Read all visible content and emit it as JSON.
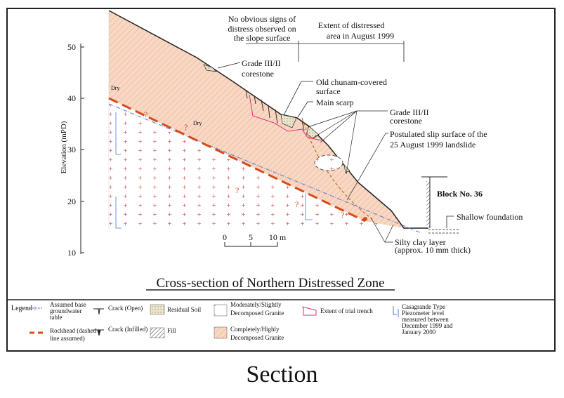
{
  "figure": {
    "title": "Cross-section of Northern Distressed Zone",
    "caption": "Section",
    "y_axis": {
      "label": "Elevation (mPD)",
      "ticks": [
        "50",
        "40",
        "30",
        "20",
        "10"
      ]
    },
    "scale_bar": {
      "ticks": [
        "0",
        "5",
        "10 m"
      ]
    },
    "annotations": {
      "no_distress": [
        "No obvious signs of",
        "distress observed on",
        "the slope surface"
      ],
      "extent": [
        "Extent of distressed",
        "area in August 1999"
      ],
      "corestone_upper": [
        "Grade III/II",
        "corestone"
      ],
      "chunam": [
        "Old chunam-covered",
        "surface"
      ],
      "main_scarp": "Main scarp",
      "corestone_lower": [
        "Grade III/II",
        "corestone"
      ],
      "slip_surface": [
        "Postulated slip surface of the",
        "25 August 1999 landslide"
      ],
      "block": "Block  No. 36",
      "foundation": "Shallow foundation",
      "silty_clay": [
        "Silty clay layer",
        "(approx. 10 mm thick)"
      ],
      "dry_1": "Dry",
      "dry_2": "Dry",
      "question": "?"
    },
    "colors": {
      "cdg": "#f6d2bd",
      "rockhead": "#d84a1a",
      "groundwater": "#5577cc",
      "trench": "#e0307a",
      "plus": "#e07070"
    }
  },
  "legend": {
    "label": "Legend :",
    "items": [
      {
        "lines": [
          "Assumed base",
          "groundwater",
          "table"
        ]
      },
      {
        "lines": [
          "Rockhead (dashed",
          "line assumed)"
        ]
      },
      {
        "lines": [
          "Crack (Open)"
        ]
      },
      {
        "lines": [
          "Crack (Infilled)"
        ]
      },
      {
        "lines": [
          "Residual Soil"
        ]
      },
      {
        "lines": [
          "Fill"
        ]
      },
      {
        "lines": [
          "Moderately/Slightly",
          "Decomposed Granite"
        ]
      },
      {
        "lines": [
          "Completely/Highly",
          "Decomposed Granite"
        ]
      },
      {
        "lines": [
          "Extent of trial trench"
        ]
      },
      {
        "lines": [
          "Casagrande Type",
          "Piezometer level",
          "measured between",
          "December 1999 and",
          "January 2000"
        ]
      }
    ]
  }
}
